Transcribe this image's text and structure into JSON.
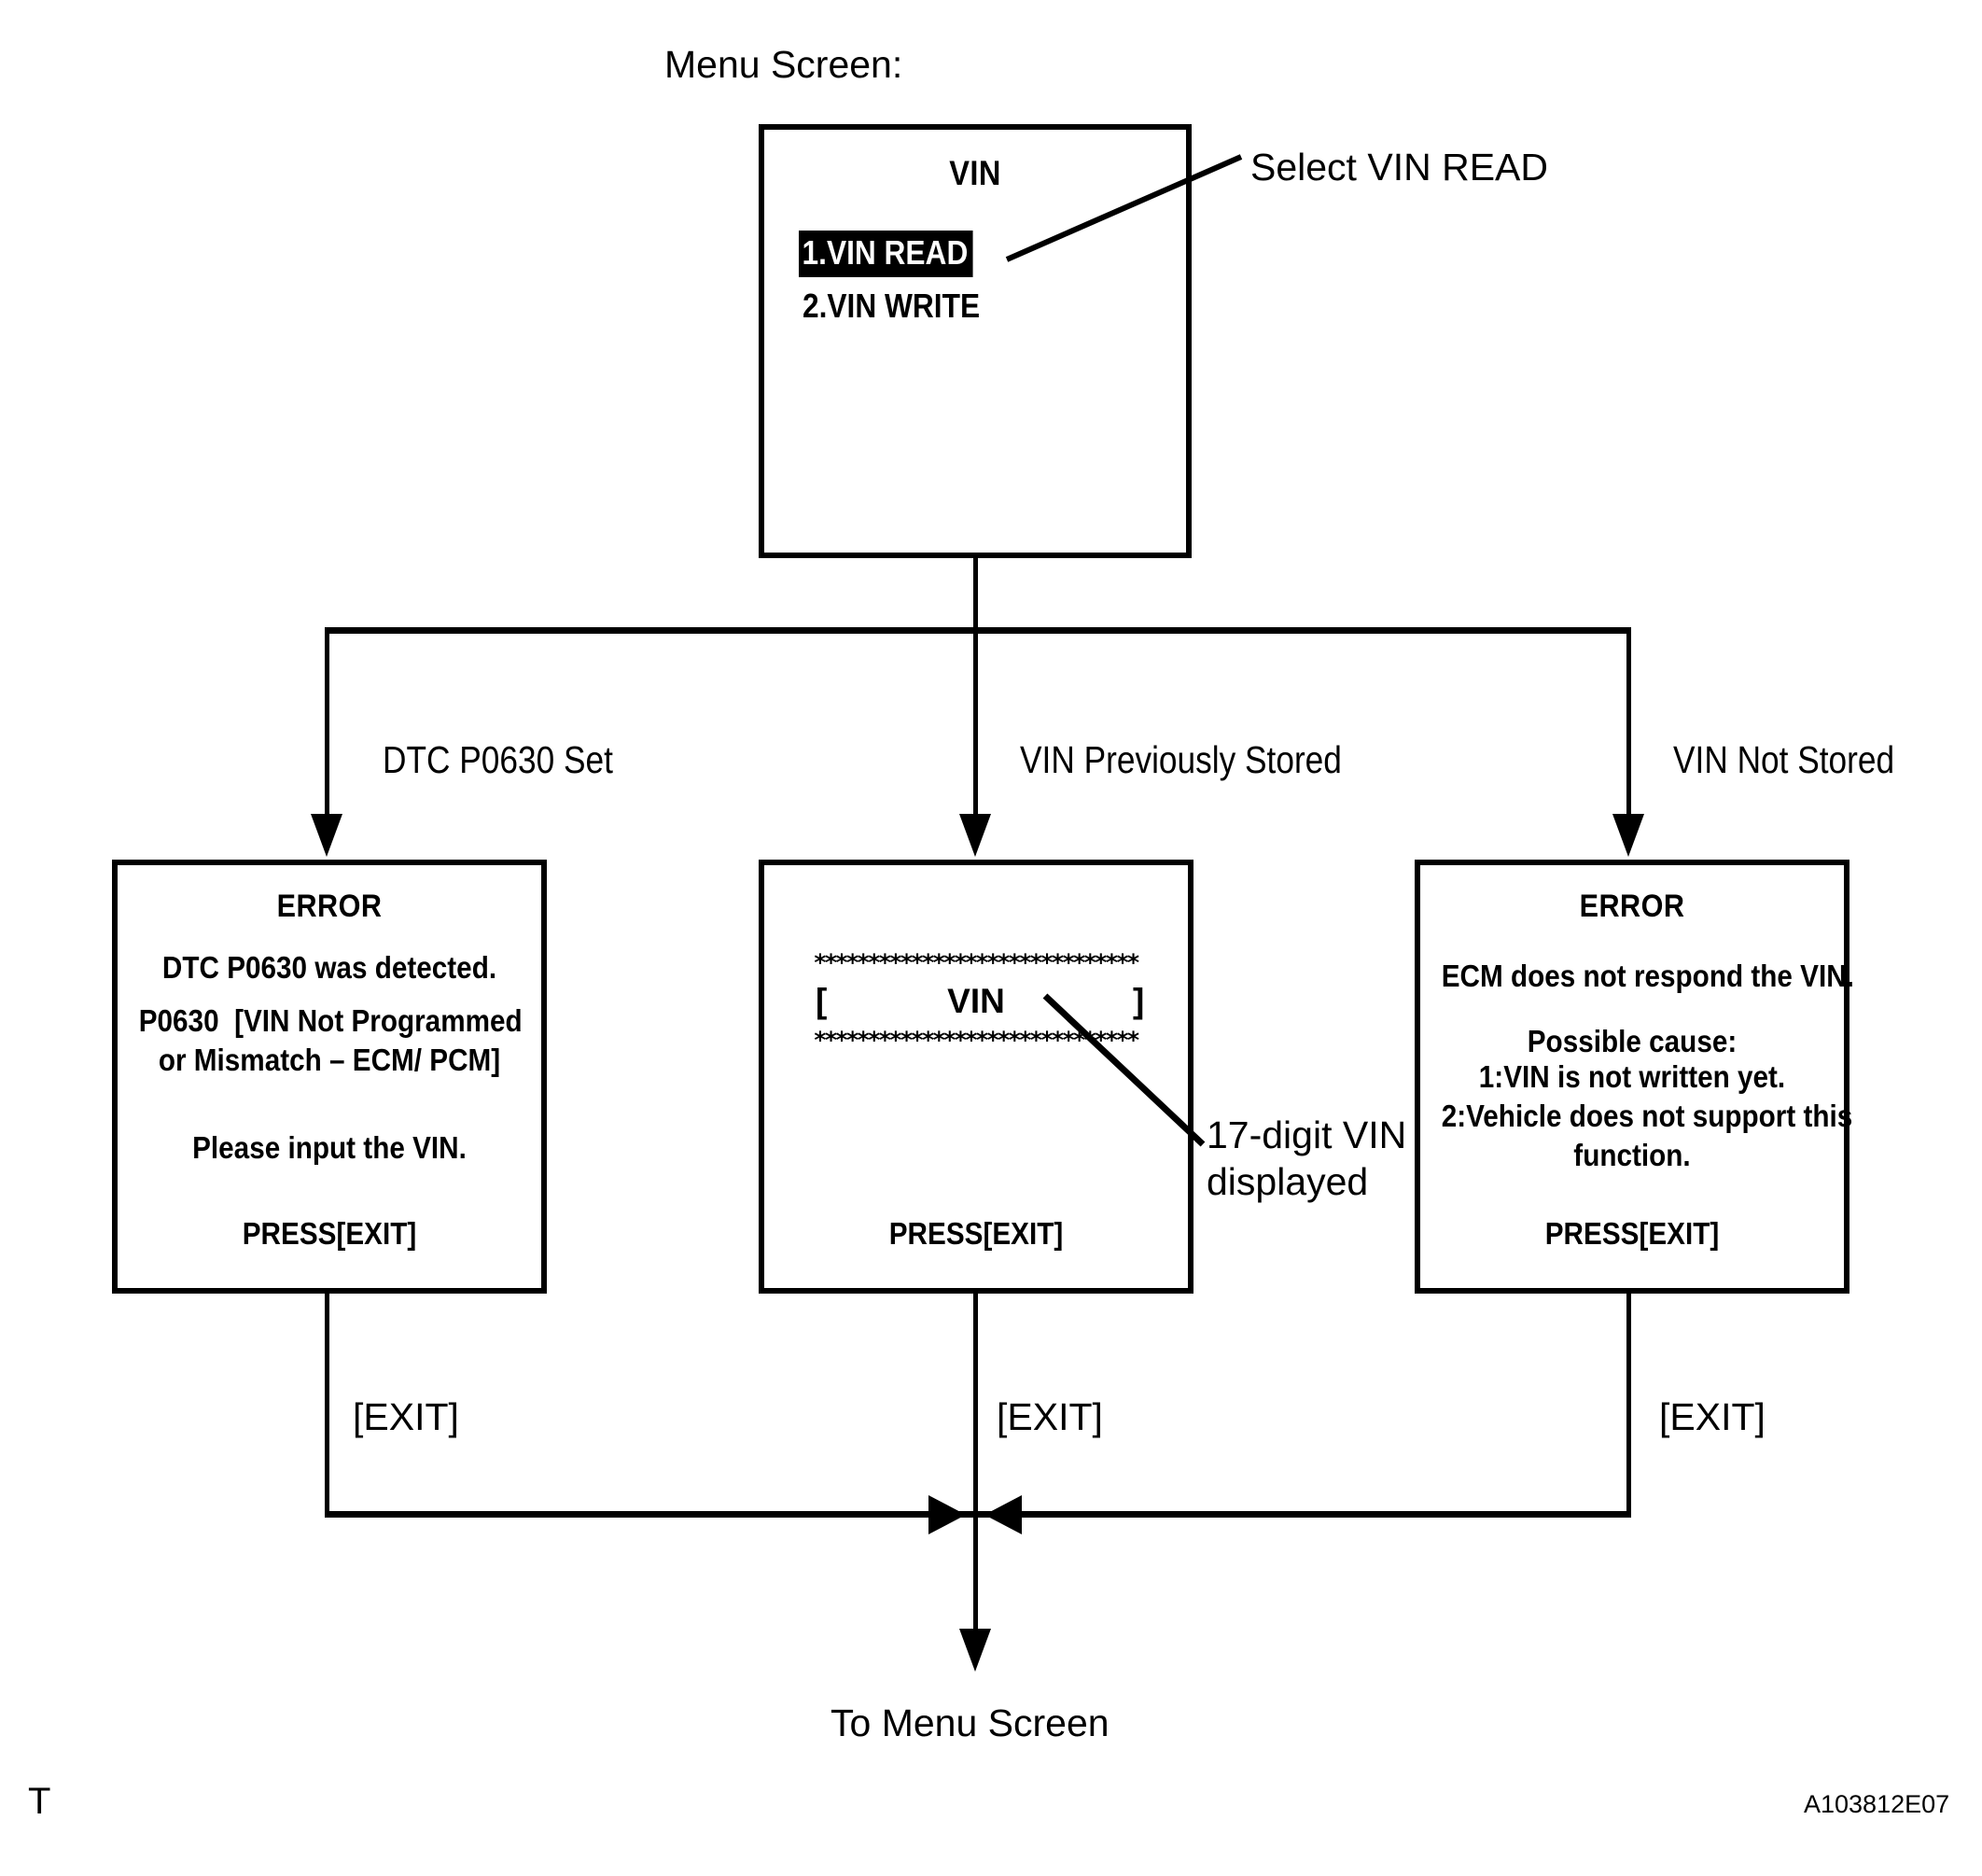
{
  "page": {
    "figure_code": "A103812E07",
    "corner_mark": "T",
    "background_color": "#ffffff",
    "line_color": "#000000"
  },
  "labels": {
    "menu_screen_caption": "Menu Screen:",
    "select_vin_read": "Select VIN READ",
    "branch_left": "DTC P0630 Set",
    "branch_middle": "VIN Previously Stored",
    "branch_right": "VIN Not Stored",
    "vin_annotation_line1": "17-digit VIN",
    "vin_annotation_line2": "displayed",
    "exit_left": "[EXIT]",
    "exit_middle": "[EXIT]",
    "exit_right": "[EXIT]",
    "to_menu_screen": "To Menu Screen"
  },
  "menu_screen": {
    "title": "VIN",
    "items": [
      {
        "label": "1.VIN READ",
        "selected": true
      },
      {
        "label": "2.VIN WRITE",
        "selected": false
      }
    ]
  },
  "error_box_left": {
    "title": "ERROR",
    "line1": "DTC P0630 was detected.",
    "line2": "P0630  [VIN Not Programmed",
    "line3": "or Mismatch – ECM/ PCM]",
    "line4": "Please input the VIN.",
    "footer": "PRESS[EXIT]"
  },
  "vin_box_middle": {
    "stars_top": "******************************",
    "bracket_open": "[",
    "vin_label": "VIN",
    "bracket_close": "]",
    "stars_bottom": "******************************",
    "footer": "PRESS[EXIT]"
  },
  "error_box_right": {
    "title": "ERROR",
    "line1": "ECM does not respond the VIN.",
    "line2": "Possible cause:",
    "line3": "1:VIN is not written yet.",
    "line4": "2:Vehicle does not support this",
    "line5": "function.",
    "footer": "PRESS[EXIT]"
  }
}
